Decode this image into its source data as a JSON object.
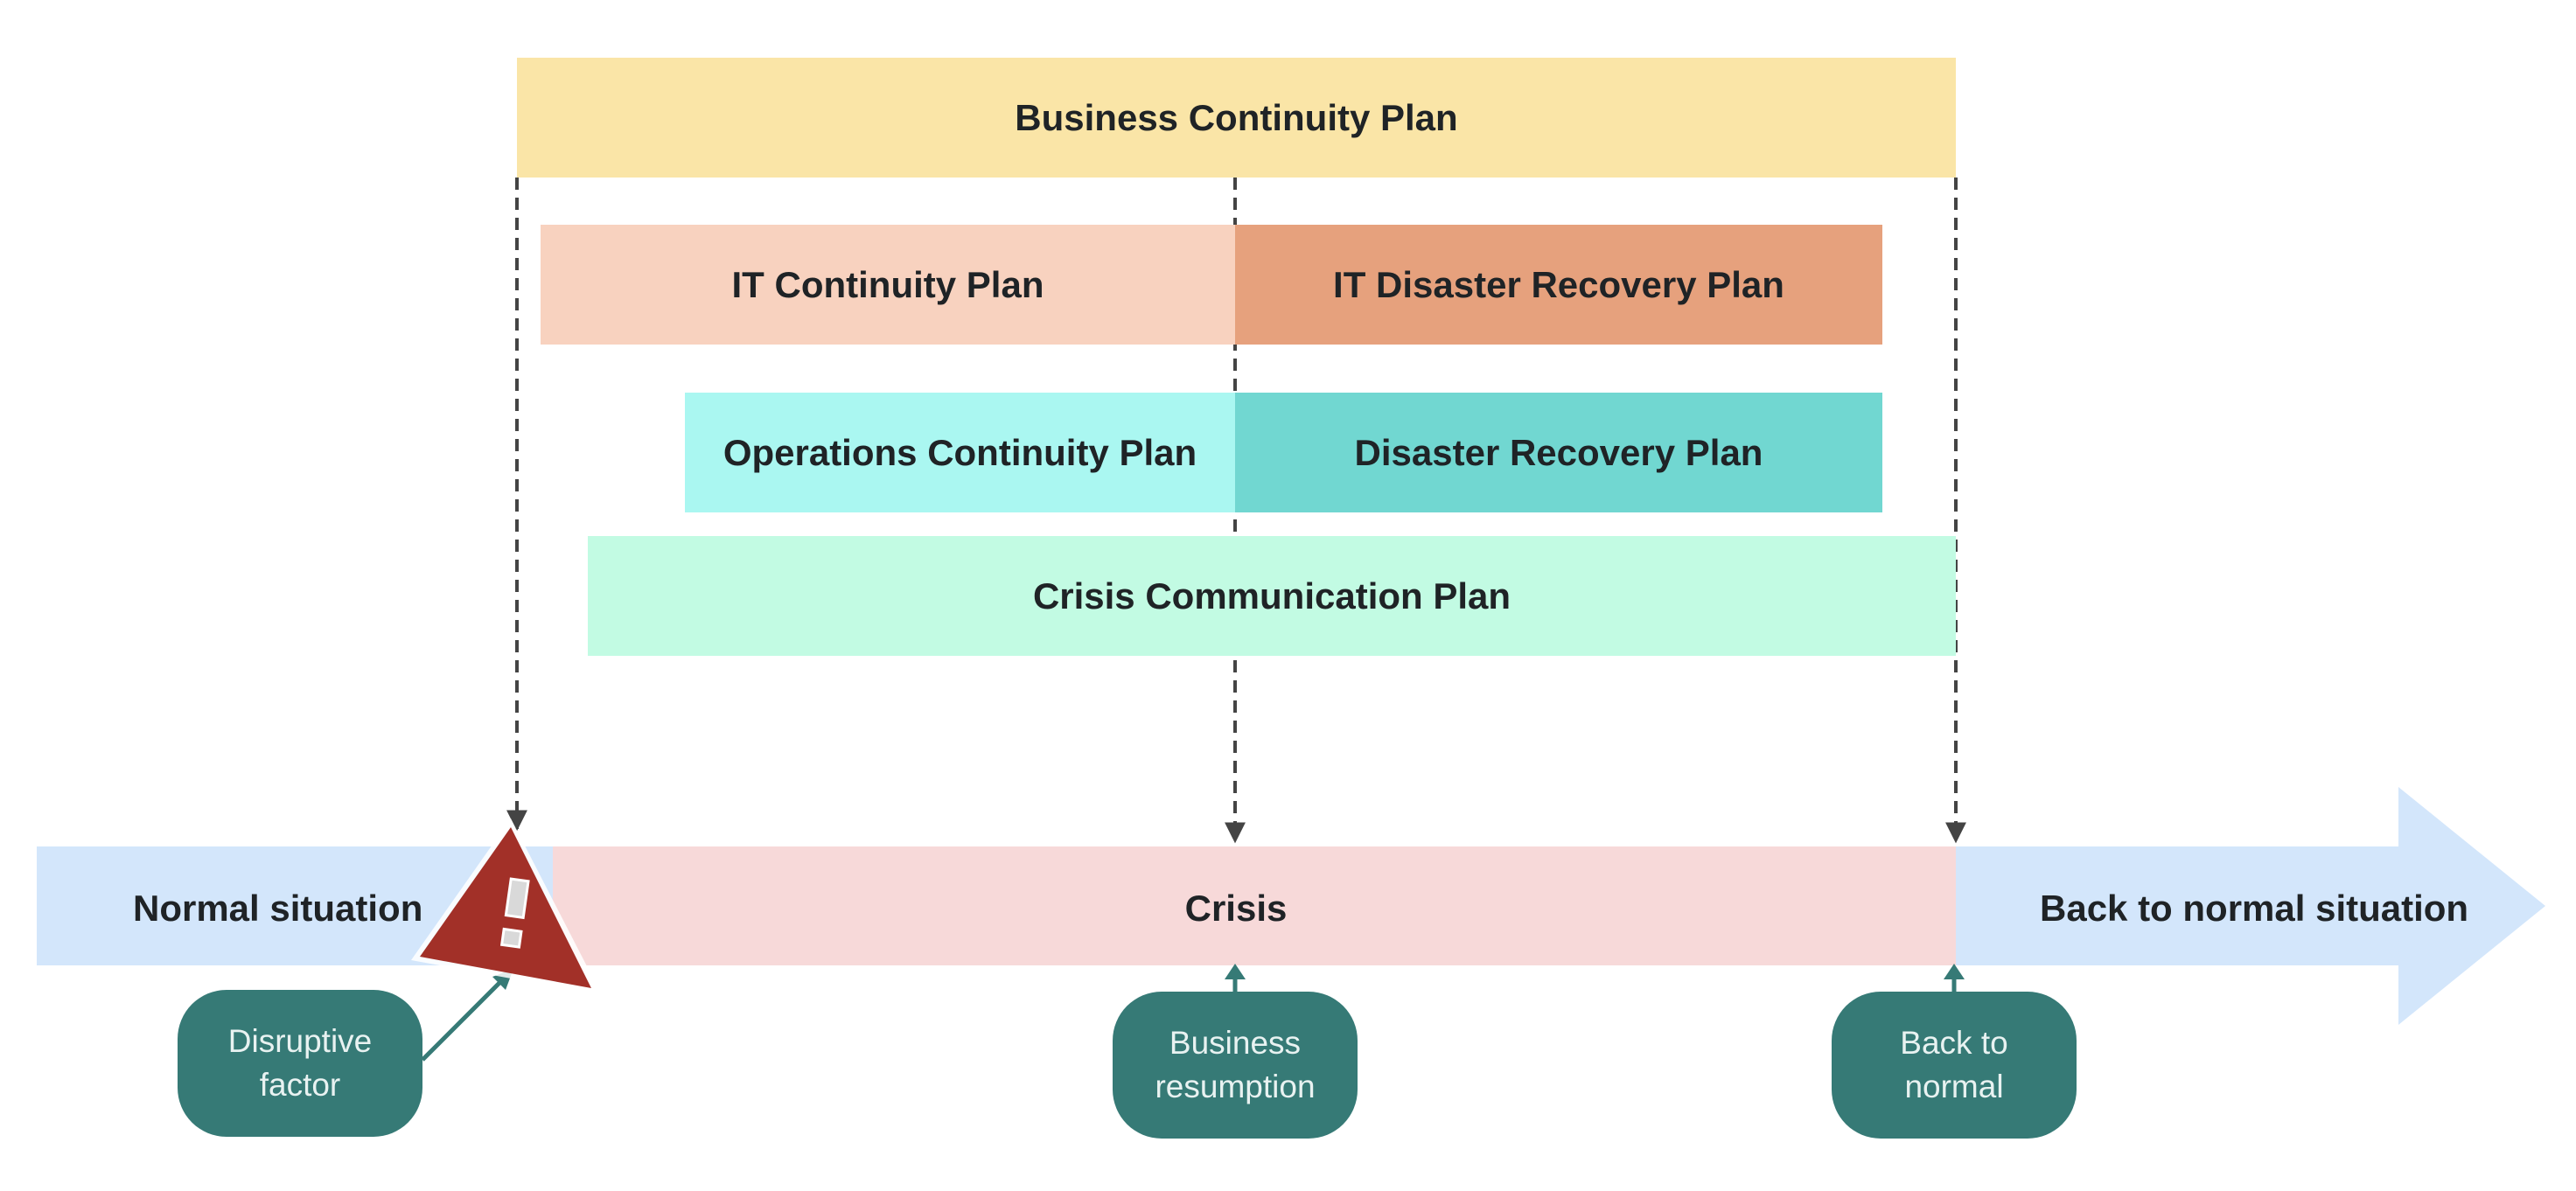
{
  "plans": {
    "business_continuity": "Business Continuity Plan",
    "it_continuity": "IT Continuity Plan",
    "it_disaster_recovery": "IT Disaster Recovery Plan",
    "operations_continuity": "Operations Continuity Plan",
    "disaster_recovery": "Disaster Recovery Plan",
    "crisis_communication": "Crisis Communication Plan"
  },
  "timeline": {
    "normal": "Normal situation",
    "crisis": "Crisis",
    "back": "Back to normal situation"
  },
  "milestones": {
    "disruptive_factor": "Disruptive factor",
    "business_resumption": "Business resumption",
    "back_to_normal": "Back to normal"
  },
  "icons": {
    "warning": "warning-triangle-icon"
  },
  "colors": {
    "business_continuity": "#fae5a7",
    "it_continuity": "#f8d2bf",
    "it_disaster_recovery": "#e6a17d",
    "operations_continuity": "#aaf7f1",
    "disaster_recovery": "#71d7d1",
    "crisis_communication": "#c2fbe3",
    "timeline_normal": "#d3e6fb",
    "timeline_crisis": "#f7d9d9",
    "milestone": "#367a76",
    "warning": "#a23028",
    "dashed_line": "#444444"
  }
}
